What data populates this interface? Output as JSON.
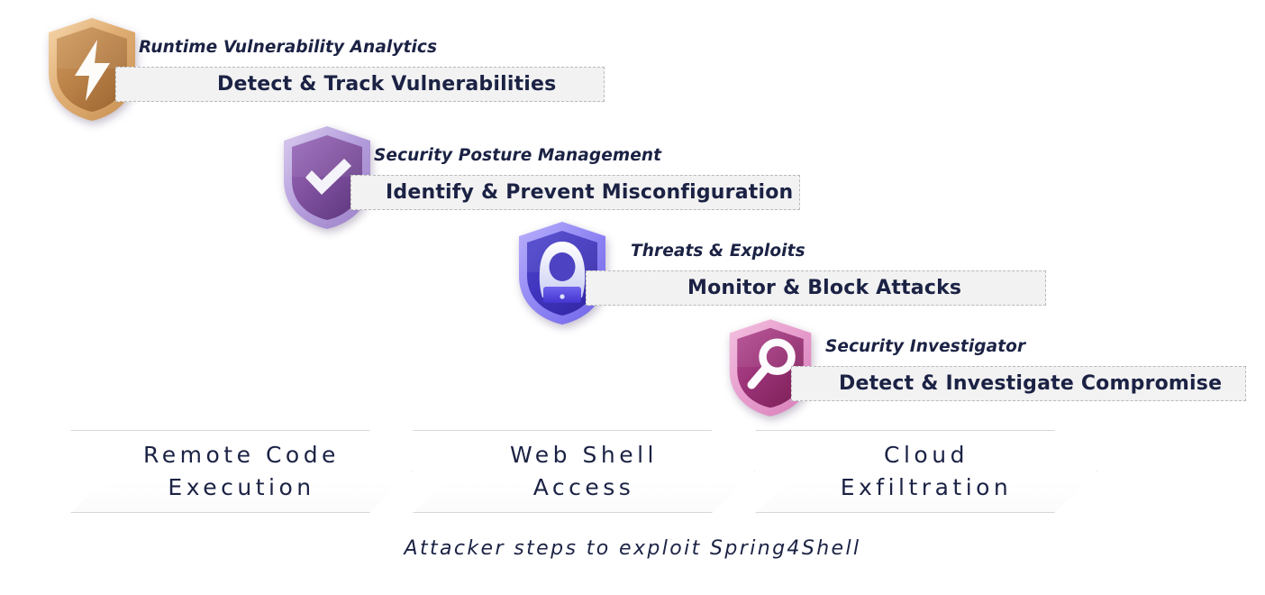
{
  "diagram": {
    "caption": "Attacker steps to exploit Spring4Shell",
    "capabilities": [
      {
        "id": "runtime-vulnerability-analytics",
        "title": "Runtime Vulnerability Analytics",
        "action": "Detect & Track Vulnerabilities",
        "icon": "shield-lightning-bolt-icon",
        "colors": {
          "outer": "#f0c18a",
          "inner_light": "#c79257",
          "inner_dark": "#a8703a",
          "glyph": "#fdfcf8"
        }
      },
      {
        "id": "security-posture-management",
        "title": "Security Posture Management",
        "action": "Identify & Prevent Misconfiguration",
        "icon": "shield-checkmark-icon",
        "colors": {
          "outer": "#c3aede",
          "inner_light": "#8e5fb0",
          "inner_dark": "#6b3f8c",
          "glyph": "#f4f3fa"
        }
      },
      {
        "id": "threats-and-exploits",
        "title": "Threats & Exploits",
        "action": "Monitor & Block Attacks",
        "icon": "shield-hacker-laptop-icon",
        "colors": {
          "outer": "#9b8bf7",
          "inner_light": "#4a45c9",
          "inner_dark": "#3a2fae",
          "glyph": "#eceaf8"
        }
      },
      {
        "id": "security-investigator",
        "title": "Security Investigator",
        "action": "Detect & Investigate Compromise",
        "icon": "shield-magnifier-icon",
        "colors": {
          "outer": "#eba8d4",
          "inner_light": "#a83a82",
          "inner_dark": "#8a2c69",
          "glyph": "#fdfbfd"
        }
      }
    ],
    "attacker_steps": [
      {
        "id": "remote-code-execution",
        "line1": "Remote Code",
        "line2": "Execution"
      },
      {
        "id": "web-shell-access",
        "line1": "Web Shell",
        "line2": "Access"
      },
      {
        "id": "cloud-exfiltration",
        "line1": "Cloud",
        "line2": "Exfiltration"
      }
    ]
  },
  "theme": {
    "text_color": "#1b2244",
    "box_fill": "#f2f2f2",
    "box_border": "#b9b9b9",
    "chevron_fill": "#ffffff",
    "chevron_border": "#d8d8d8",
    "background": "#ffffff"
  }
}
